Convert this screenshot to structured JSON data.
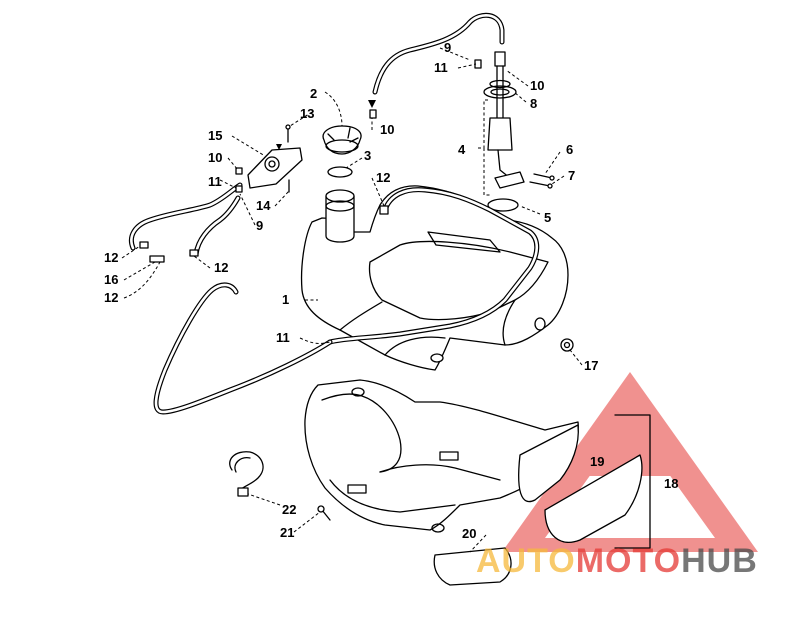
{
  "callouts": {
    "c1": "1",
    "c2": "2",
    "c3": "3",
    "c4": "4",
    "c5": "5",
    "c6": "6",
    "c7": "7",
    "c8": "8",
    "c9a": "9",
    "c9b": "9",
    "c10a": "10",
    "c10b": "10",
    "c10c": "10",
    "c11a": "11",
    "c11b": "11",
    "c11c": "11",
    "c12a": "12",
    "c12b": "12",
    "c12c": "12",
    "c12d": "12",
    "c13": "13",
    "c14": "14",
    "c15": "15",
    "c16": "16",
    "c17": "17",
    "c18": "18",
    "c19": "19",
    "c20": "20",
    "c21": "21",
    "c22": "22"
  },
  "watermark": {
    "part1": "AUTO",
    "part2": "MOTO",
    "part3": "HUB",
    "color_primary": "#e53935",
    "color_secondary": "#f6b93b",
    "color_tertiary": "#4a4a4a"
  }
}
